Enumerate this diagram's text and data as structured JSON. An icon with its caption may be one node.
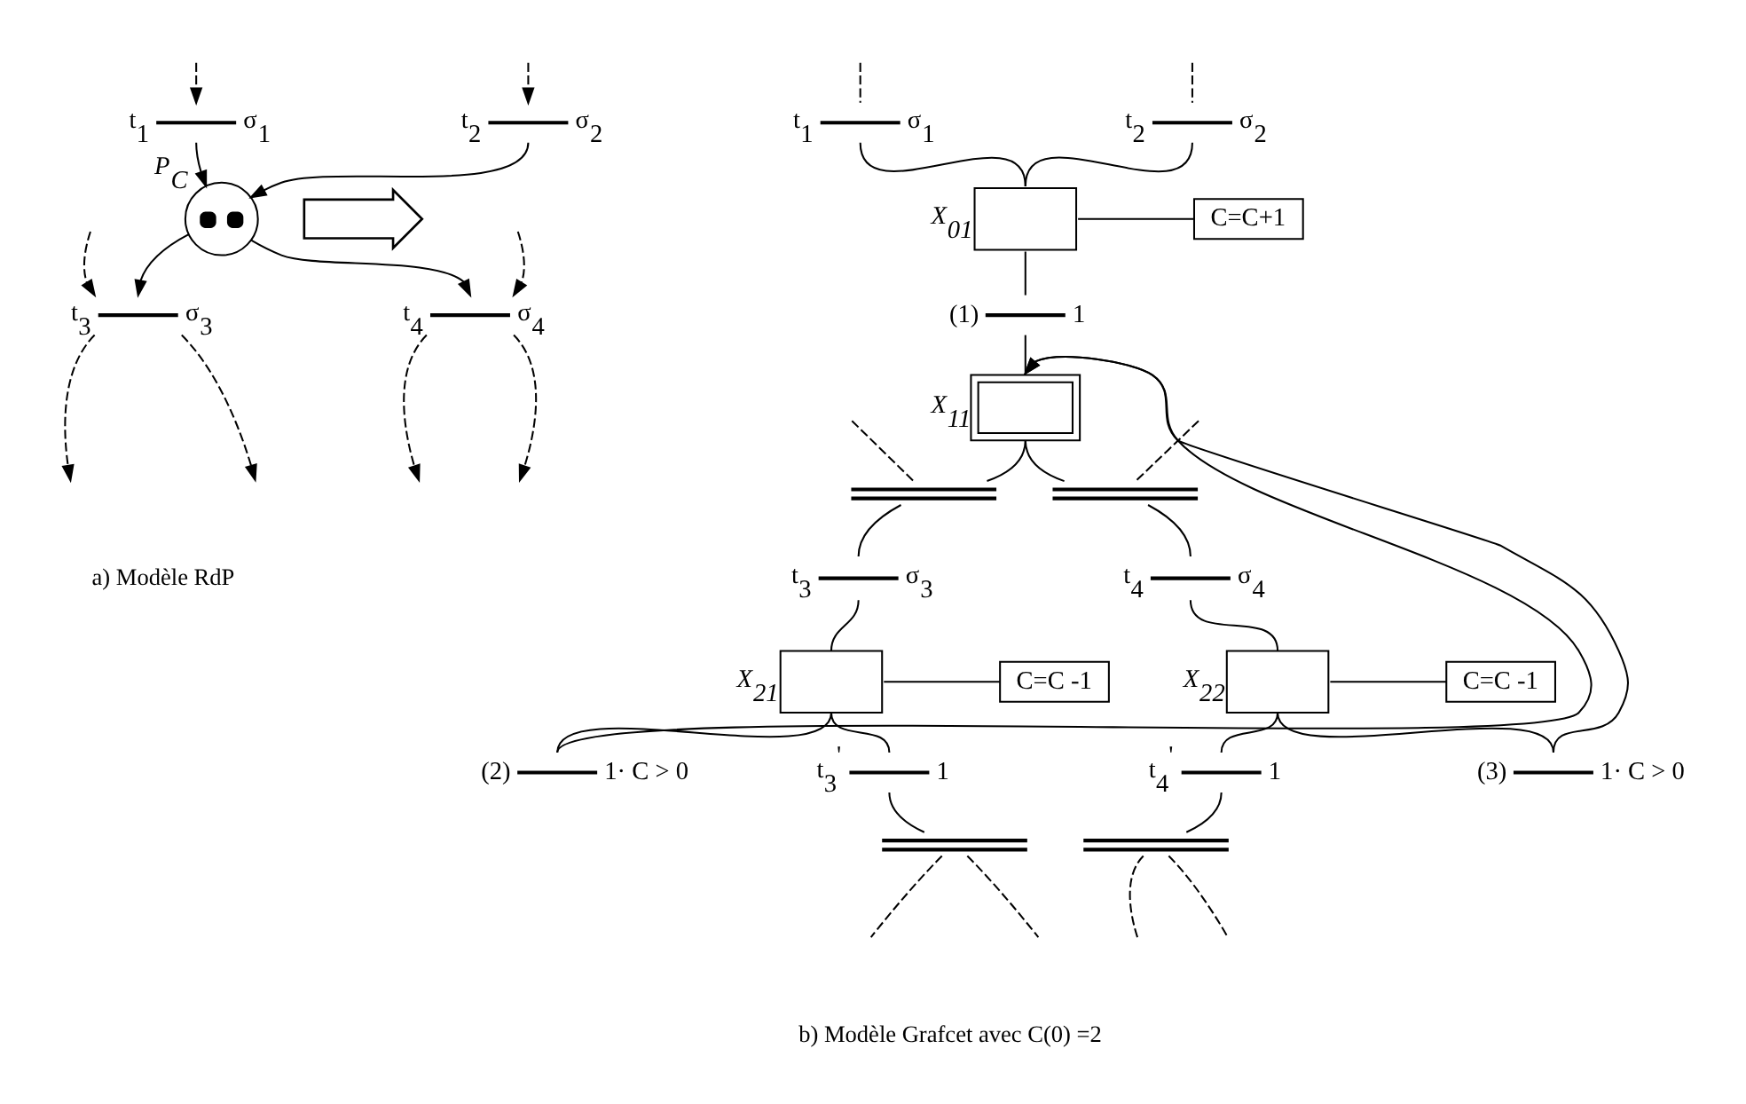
{
  "diagram": {
    "nodes": [
      {
        "text": [
          "t$_{1}$",
          "σ$_{1}$"
        ]
      },
      {
        "text": [
          "t$_{2}$",
          "σ$_{2}$"
        ]
      },
      {
        "text": [
          "P$_{C}$"
        ]
      },
      {
        "text": [
          "t$_{3}$",
          "σ$_{3}$"
        ]
      },
      {
        "text": [
          "t$_{4}$",
          "σ$_{4}$"
        ]
      },
      {
        "text": [],
        "shape": "arrow"
      },
      {
        "text": [
          "t$_{1}$",
          "σ$_{1}$"
        ]
      },
      {
        "text": [
          "t$_{2}$",
          "σ$_{2}$"
        ]
      },
      {
        "text": [
          "X$_{01}$"
        ]
      },
      {
        "text": [
          "C=C+1"
        ]
      },
      {
        "text": [
          "(1)",
          "1"
        ]
      },
      {
        "text": [
          "X$_{11}$"
        ]
      },
      {
        "text": [],
        "shape": "bar"
      },
      {
        "text": [],
        "shape": "bar"
      },
      {
        "text": [
          "t$_{3}$",
          "σ$_{3}$"
        ]
      },
      {
        "text": [
          "t$_{4}$",
          "σ$_{4}$"
        ]
      },
      {
        "text": [
          "X$_{21}$"
        ]
      },
      {
        "text": [
          "C=C -1"
        ]
      },
      {
        "text": [
          "X$_{22}$"
        ]
      },
      {
        "text": [
          "C=C -1"
        ]
      },
      {
        "text": [
          "(2)",
          "1· C > 0"
        ]
      },
      {
        "text": [
          "t$_{3}$$^{'}$",
          "1"
        ]
      },
      {
        "text": [
          "t$_{4}$$^{'}$",
          "1"
        ]
      },
      {
        "text": [
          "(3)",
          "1· C > 0"
        ]
      },
      {
        "text": [],
        "shape": "bar"
      },
      {
        "text": [],
        "shape": "bar"
      }
    ],
    "edges": [
      {
        "from": null,
        "to": 0,
        "arrow": "to",
        "style": "dashed"
      },
      {
        "from": null,
        "to": 1,
        "arrow": "to",
        "style": "dashed"
      },
      {
        "from": 0,
        "to": 2,
        "arrow": "to"
      },
      {
        "from": 1,
        "to": 2,
        "arrow": "to"
      },
      {
        "from": 2,
        "to": 3,
        "arrow": "to"
      },
      {
        "from": 2,
        "to": 4,
        "arrow": "to"
      },
      {
        "from": 3,
        "to": null,
        "arrow": "to",
        "style": "dashed"
      },
      {
        "from": 3,
        "to": null,
        "arrow": "to",
        "style": "dashed"
      },
      {
        "from": 4,
        "to": null,
        "arrow": "to",
        "style": "dashed"
      },
      {
        "from": 4,
        "to": null,
        "arrow": "to",
        "style": "dashed"
      },
      {
        "from": null,
        "to": 3,
        "arrow": "to",
        "style": "dashed"
      },
      {
        "from": null,
        "to": 4,
        "arrow": "to",
        "style": "dashed"
      },
      {
        "from": null,
        "to": 6,
        "arrow": "none",
        "style": "dashed"
      },
      {
        "from": null,
        "to": 7,
        "arrow": "none",
        "style": "dashed"
      },
      {
        "from": 6,
        "to": 8,
        "arrow": "none"
      },
      {
        "from": 7,
        "to": 8,
        "arrow": "none"
      },
      {
        "from": 8,
        "to": 9,
        "arrow": "none"
      },
      {
        "from": 8,
        "to": 10,
        "arrow": "none"
      },
      {
        "from": 10,
        "to": 11,
        "arrow": "none"
      },
      {
        "from": 11,
        "to": 12,
        "arrow": "none"
      },
      {
        "from": 11,
        "to": 13,
        "arrow": "none"
      },
      {
        "from": null,
        "to": 12,
        "arrow": "none",
        "style": "dashed"
      },
      {
        "from": null,
        "to": 13,
        "arrow": "none",
        "style": "dashed"
      },
      {
        "from": 12,
        "to": 14,
        "arrow": "none"
      },
      {
        "from": 14,
        "to": 16,
        "arrow": "none"
      },
      {
        "from": 13,
        "to": 15,
        "arrow": "none"
      },
      {
        "from": 15,
        "to": 18,
        "arrow": "none"
      },
      {
        "from": 16,
        "to": 17,
        "arrow": "none"
      },
      {
        "from": 18,
        "to": 19,
        "arrow": "none"
      },
      {
        "from": 16,
        "to": 20,
        "arrow": "none"
      },
      {
        "from": 16,
        "to": 21,
        "arrow": "none"
      },
      {
        "from": 18,
        "to": 22,
        "arrow": "none"
      },
      {
        "from": 18,
        "to": 23,
        "arrow": "none"
      },
      {
        "from": 21,
        "to": 24,
        "arrow": "none"
      },
      {
        "from": 22,
        "to": 25,
        "arrow": "none"
      },
      {
        "from": 24,
        "to": null,
        "arrow": "none",
        "style": "dashed"
      },
      {
        "from": 24,
        "to": null,
        "arrow": "none",
        "style": "dashed"
      },
      {
        "from": 25,
        "to": null,
        "arrow": "none",
        "style": "dashed"
      },
      {
        "from": 25,
        "to": null,
        "arrow": "none",
        "style": "dashed"
      },
      {
        "from": 20,
        "to": 11,
        "arrow": "to"
      },
      {
        "from": 23,
        "to": 11,
        "arrow": "to"
      }
    ],
    "labels": [
      "a) Modèle RdP",
      "b) Modèle Grafcet avec C(0) =2"
    ]
  }
}
